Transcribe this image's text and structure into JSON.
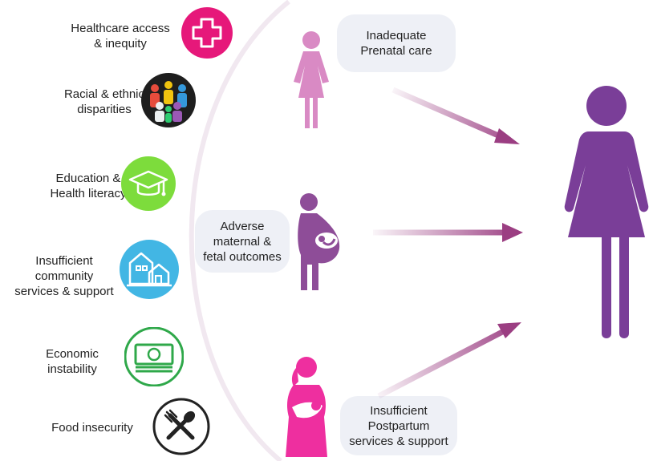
{
  "factors": [
    {
      "lines": [
        "Healthcare access",
        "& inequity"
      ],
      "icon": "medical-cross-icon",
      "color": "#e6187a"
    },
    {
      "lines": [
        "Racial & ethnic",
        "disparities"
      ],
      "icon": "diverse-people-icon",
      "color": "#1e1e1e"
    },
    {
      "lines": [
        "Education &",
        "Health literacy"
      ],
      "icon": "graduation-cap-icon",
      "color": "#7ddc3c"
    },
    {
      "lines": [
        "Insufficient",
        "community",
        "services & support"
      ],
      "icon": "community-houses-icon",
      "color": "#42b6e4"
    },
    {
      "lines": [
        "Economic",
        "instability"
      ],
      "icon": "money-stack-icon",
      "color": "#2fa84a"
    },
    {
      "lines": [
        "Food insecurity"
      ],
      "icon": "fork-spoon-icon",
      "color": "#222222"
    }
  ],
  "stages": [
    {
      "lines": [
        "Inadequate",
        "Prenatal care"
      ],
      "figure": "woman-figure-icon",
      "color": "#d98ac4"
    },
    {
      "lines": [
        "Adverse",
        "maternal &",
        "fetal outcomes"
      ],
      "figure": "pregnant-woman-icon",
      "color": "#8e4d98"
    },
    {
      "lines": [
        "Insufficient",
        "Postpartum",
        "services & support"
      ],
      "figure": "breastfeeding-mother-icon",
      "color": "#ee2f9f"
    }
  ],
  "outcome": {
    "figure": "woman-outcome-icon",
    "color": "#7a3e98"
  },
  "arrow_color": "#9b3e82",
  "arc_color": "#f1e8f0"
}
